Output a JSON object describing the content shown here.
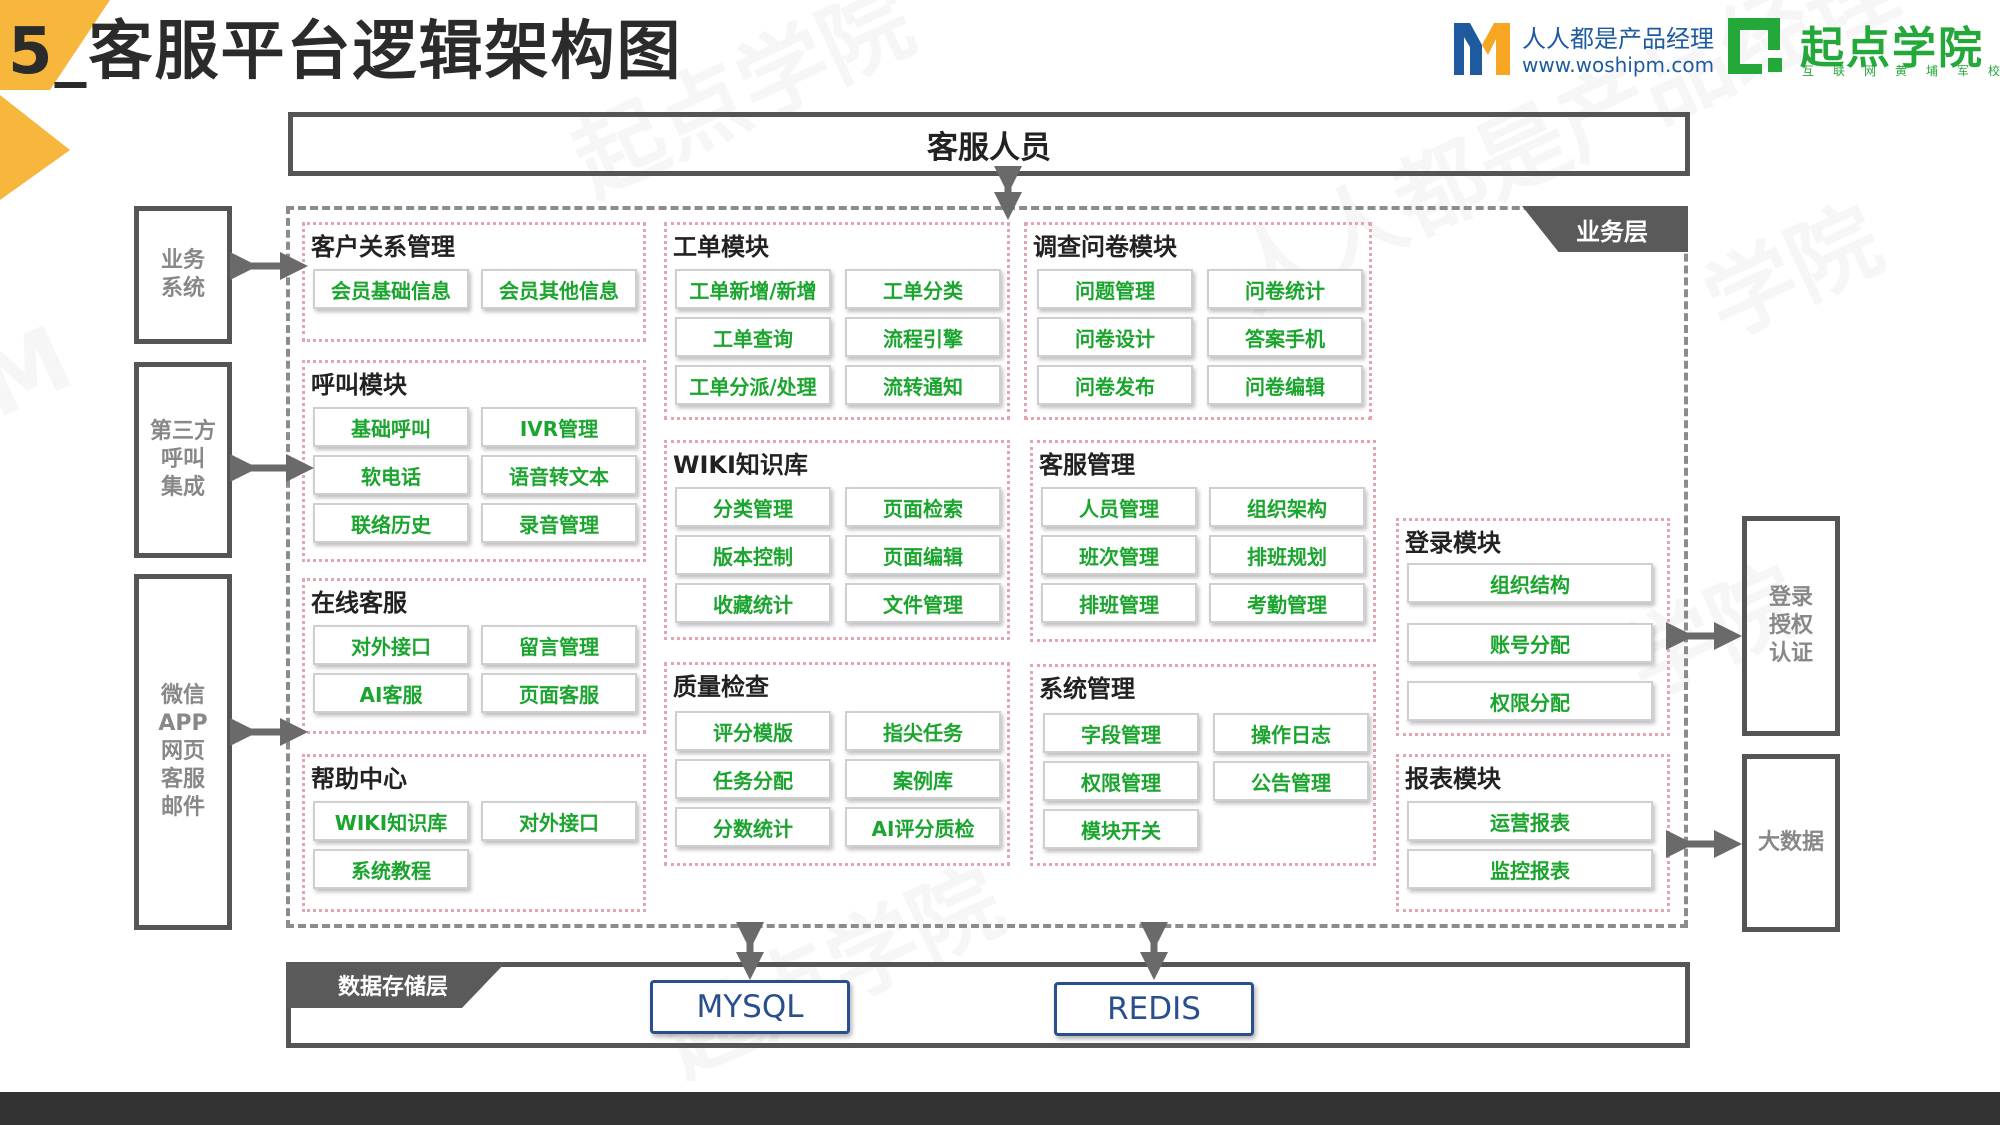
{
  "header": {
    "title": "5_客服平台逻辑架构图",
    "logo_left_name": "人人都是产品经理",
    "logo_left_url": "www.woshipm.com",
    "logo_right_name": "起点学院",
    "logo_right_sub": "互联网黄埔军校"
  },
  "layers": {
    "top": "客服人员",
    "business_tag": "业务层",
    "storage_tag": "数据存储层"
  },
  "side_left": [
    "业务\n系统",
    "第三方\n呼叫\n集成",
    "微信\nAPP\n网页\n客服\n邮件"
  ],
  "side_right": [
    "登录\n授权\n认证",
    "大数据"
  ],
  "modules": {
    "crm": {
      "title": "客户关系管理",
      "items": [
        "会员基础信息",
        "会员其他信息"
      ]
    },
    "call": {
      "title": "呼叫模块",
      "items": [
        "基础呼叫",
        "IVR管理",
        "软电话",
        "语音转文本",
        "联络历史",
        "录音管理"
      ]
    },
    "online": {
      "title": "在线客服",
      "items": [
        "对外接口",
        "留言管理",
        "AI客服",
        "页面客服"
      ]
    },
    "help": {
      "title": "帮助中心",
      "items": [
        "WIKI知识库",
        "对外接口",
        "系统教程"
      ]
    },
    "ticket": {
      "title": "工单模块",
      "items": [
        "工单新增/新增",
        "工单分类",
        "工单查询",
        "流程引擎",
        "工单分派/处理",
        "流转通知"
      ]
    },
    "wiki": {
      "title": "WIKI知识库",
      "items": [
        "分类管理",
        "页面检索",
        "版本控制",
        "页面编辑",
        "收藏统计",
        "文件管理"
      ]
    },
    "qa": {
      "title": "质量检查",
      "items": [
        "评分模版",
        "指尖任务",
        "任务分配",
        "案例库",
        "分数统计",
        "AI评分质检"
      ]
    },
    "survey": {
      "title": "调查问卷模块",
      "items": [
        "问题管理",
        "问卷统计",
        "问卷设计",
        "答案手机",
        "问卷发布",
        "问卷编辑"
      ]
    },
    "agent": {
      "title": "客服管理",
      "items": [
        "人员管理",
        "组织架构",
        "班次管理",
        "排班规划",
        "排班管理",
        "考勤管理"
      ]
    },
    "system": {
      "title": "系统管理",
      "items": [
        "字段管理",
        "操作日志",
        "权限管理",
        "公告管理",
        "模块开关"
      ]
    },
    "login": {
      "title": "登录模块",
      "items": [
        "组织结构",
        "账号分配",
        "权限分配"
      ]
    },
    "report": {
      "title": "报表模块",
      "items": [
        "运营报表",
        "监控报表"
      ]
    }
  },
  "storage": [
    "MYSQL",
    "REDIS"
  ],
  "colors": {
    "item_text": "#1ba52f",
    "module_border": "#e3a6ae",
    "frame": "#555555",
    "db": "#2a4f8e",
    "accent": "#f6b73c"
  }
}
